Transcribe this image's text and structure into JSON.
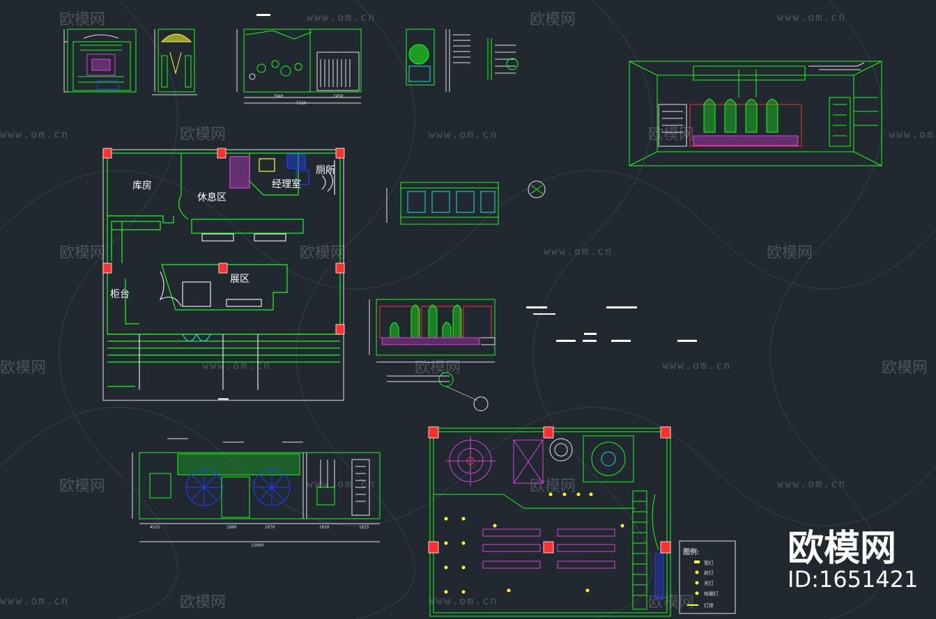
{
  "watermark": {
    "brand": "欧模网",
    "url": "www.om.cn"
  },
  "floor_plan": {
    "rooms": {
      "storage": "库房",
      "lounge": "休息区",
      "manager": "经理室",
      "toilet": "厕所",
      "display": "展区",
      "counter": "柜台"
    }
  },
  "legend": {
    "title": "图例:",
    "items": [
      "筒灯",
      "射灯",
      "吊灯",
      "格栅灯",
      "灯带"
    ]
  },
  "elevation_dims": {
    "a": "2840",
    "b": "2450",
    "c": "7120",
    "d": "4525",
    "e": "1800",
    "f": "2070",
    "g": "2020",
    "h": "1625",
    "i": "15000"
  },
  "brand_stamp": {
    "name": "欧模网",
    "id": "ID:1651421"
  },
  "colors": {
    "background": "#212830",
    "line_green": "#19ff19",
    "line_white": "#e8e8e8",
    "column_red": "#ff3030",
    "accent_magenta": "#e040e0",
    "accent_blue": "#2040ff",
    "accent_yellow": "#ffff30",
    "accent_cyan": "#20e0e0",
    "watermark": "#5a626b"
  }
}
